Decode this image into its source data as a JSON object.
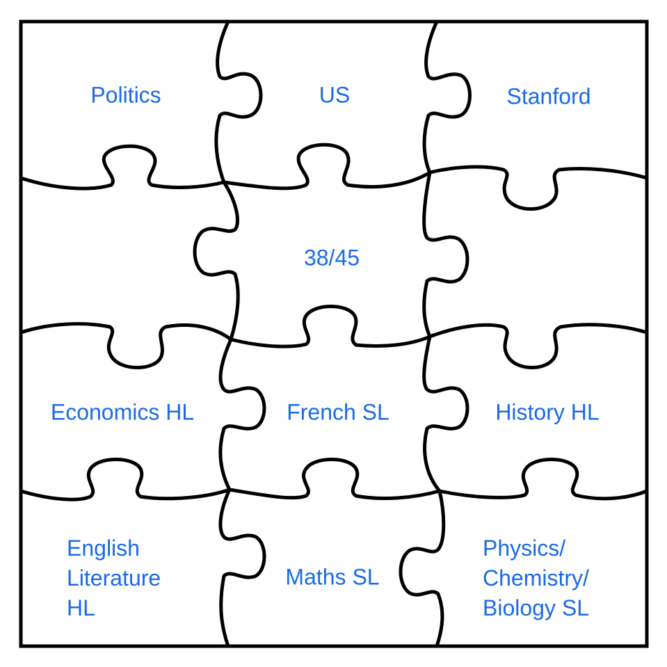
{
  "pieces": {
    "politics": "Politics",
    "us": "US",
    "stanford": "Stanford",
    "score": "38/45",
    "economics": "Economics HL",
    "french": "French SL",
    "history": "History HL",
    "english": [
      "English",
      "Literature",
      "HL"
    ],
    "maths": "Maths SL",
    "sciences": [
      "Physics/",
      "Chemistry/",
      "Biology SL"
    ]
  },
  "colors": {
    "label": "#1a6ae8",
    "outline": "#000000",
    "background": "#ffffff"
  }
}
